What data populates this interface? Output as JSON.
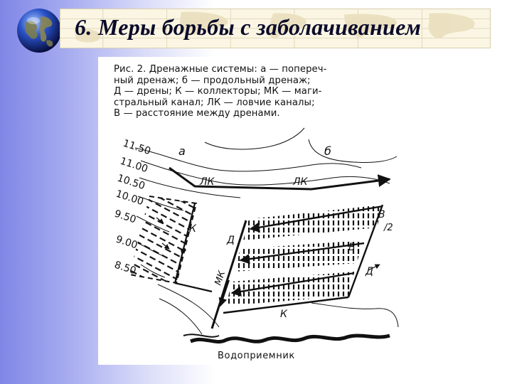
{
  "slide": {
    "title": "6. Меры борьбы с заболачиванием"
  },
  "figure": {
    "caption_lines": [
      "Рис. 2. Дренажные системы: а — попереч-",
      "ный дренаж; б — продольный дренаж;",
      "Д — дрены; К — коллекторы; МК — маги-",
      "стральный канал; ЛК — ловчие каналы;",
      "В — расстояние между дренами."
    ],
    "contour_labels": [
      "11.50",
      "11.00",
      "10.50",
      "10.00",
      "9.50",
      "9.00",
      "8.50"
    ],
    "labels": {
      "a": "а",
      "b": "б",
      "lk_left": "ЛК",
      "lk_right": "ЛК",
      "k_left": "К",
      "k_bottom": "К",
      "d_center": "Д",
      "d_right": "Д",
      "mk": "МК",
      "b_top": "В",
      "b_half": "/2",
      "b_mid": "В"
    },
    "receiver": "Водоприемник"
  },
  "icons": {
    "globe": "globe-icon",
    "map": "world-map-background"
  }
}
